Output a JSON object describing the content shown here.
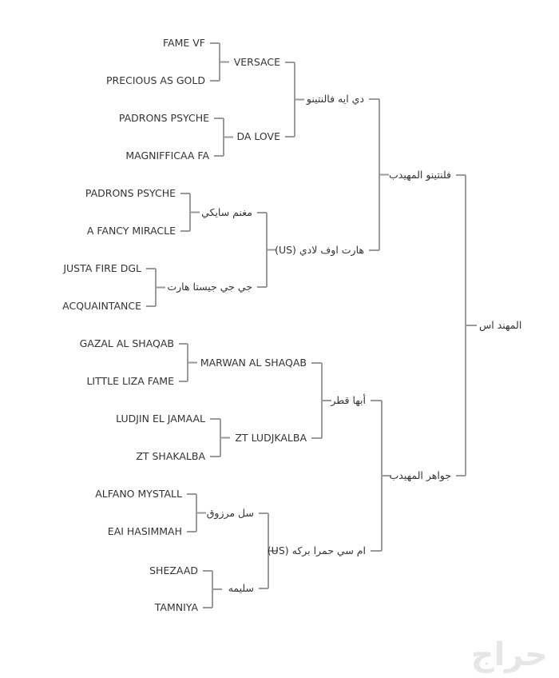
{
  "root": "المهند اس",
  "sire": {
    "name": "فلنتينو المهيدب",
    "sire": {
      "name": "دي ايه فالنتينو",
      "sire": {
        "name": "VERSACE",
        "sire": "FAME VF",
        "dam": "PRECIOUS AS GOLD"
      },
      "dam": {
        "name": "DA LOVE",
        "sire": "PADRONS PSYCHE",
        "dam": "MAGNIFFICAA FA"
      }
    },
    "dam": {
      "name": "هارت اوف لادي (US)",
      "sire": {
        "name": "مغنم سايكي",
        "sire": "PADRONS PSYCHE",
        "dam": "A FANCY MIRACLE"
      },
      "dam": {
        "name": "جي جي جيستا هارت",
        "sire": "JUSTA FIRE DGL",
        "dam": "ACQUAINTANCE"
      }
    }
  },
  "dam": {
    "name": "جواهر المهيدب",
    "sire": {
      "name": "أبها قطر",
      "sire": {
        "name": "MARWAN AL SHAQAB",
        "sire": "GAZAL AL SHAQAB",
        "dam": "LITTLE LIZA FAME"
      },
      "dam": {
        "name": "ZT LUDJKALBA",
        "sire": "LUDJIN EL JAMAAL",
        "dam": "ZT SHAKALBA"
      }
    },
    "dam": {
      "name": "ام سي حمرا بركه (US)",
      "sire": {
        "name": "سل مرزوق",
        "sire": "ALFANO MYSTALL",
        "dam": "EAI HASIMMAH"
      },
      "dam": {
        "name": "سليمه",
        "sire": "SHEZAAD",
        "dam": "TAMNIYA"
      }
    }
  },
  "watermark": "حراج",
  "colors": {
    "line": "#9a9a9a",
    "text": "#333333"
  }
}
